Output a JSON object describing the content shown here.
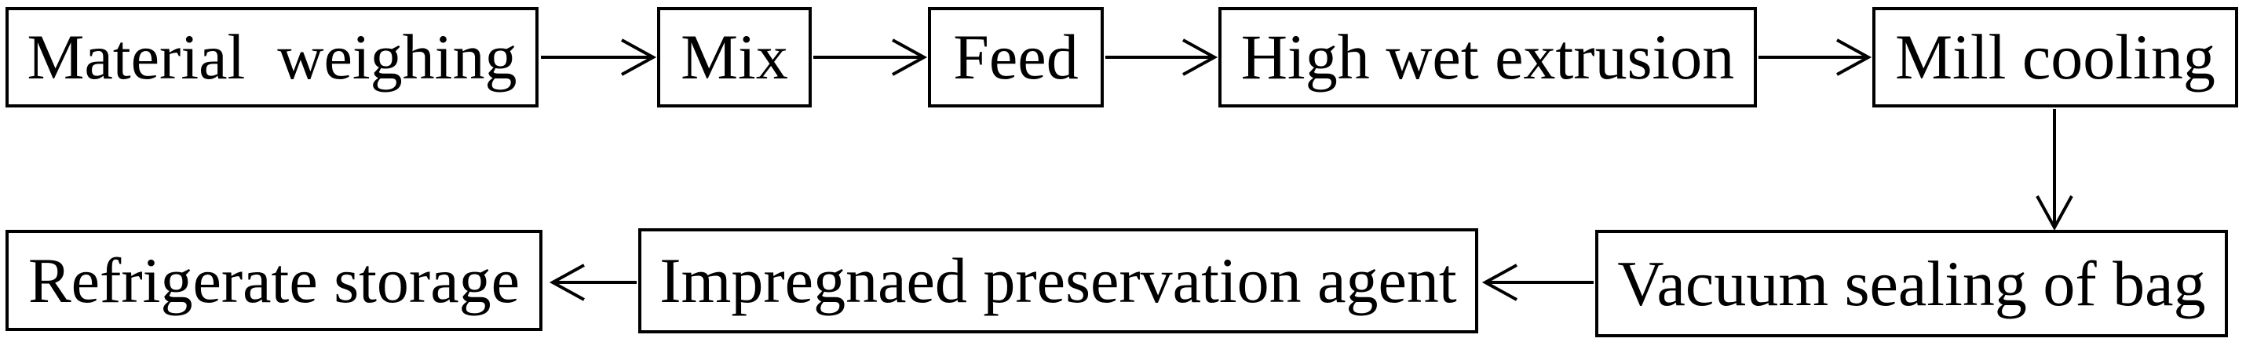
{
  "flow": {
    "nodes": [
      {
        "id": "material-weighing",
        "label": "Material  weighing"
      },
      {
        "id": "mix",
        "label": "Mix"
      },
      {
        "id": "feed",
        "label": "Feed"
      },
      {
        "id": "high-wet-extrusion",
        "label": "High wet extrusion"
      },
      {
        "id": "mill-cooling",
        "label": "Mill cooling"
      },
      {
        "id": "refrigerate-storage",
        "label": "Refrigerate storage"
      },
      {
        "id": "impregnaed-preservation-agent",
        "label": "Impregnaed preservation agent"
      },
      {
        "id": "vacuum-sealing-of-bag",
        "label": "Vacuum sealing of bag"
      }
    ],
    "edges": [
      {
        "from": "material-weighing",
        "to": "mix",
        "direction": "right"
      },
      {
        "from": "mix",
        "to": "feed",
        "direction": "right"
      },
      {
        "from": "feed",
        "to": "high-wet-extrusion",
        "direction": "right"
      },
      {
        "from": "high-wet-extrusion",
        "to": "mill-cooling",
        "direction": "right"
      },
      {
        "from": "mill-cooling",
        "to": "vacuum-sealing-of-bag",
        "direction": "down"
      },
      {
        "from": "vacuum-sealing-of-bag",
        "to": "impregnaed-preservation-agent",
        "direction": "left"
      },
      {
        "from": "impregnaed-preservation-agent",
        "to": "refrigerate-storage",
        "direction": "left"
      }
    ],
    "colors": {
      "line": "#000000",
      "text": "#000000",
      "background": "#ffffff"
    }
  }
}
